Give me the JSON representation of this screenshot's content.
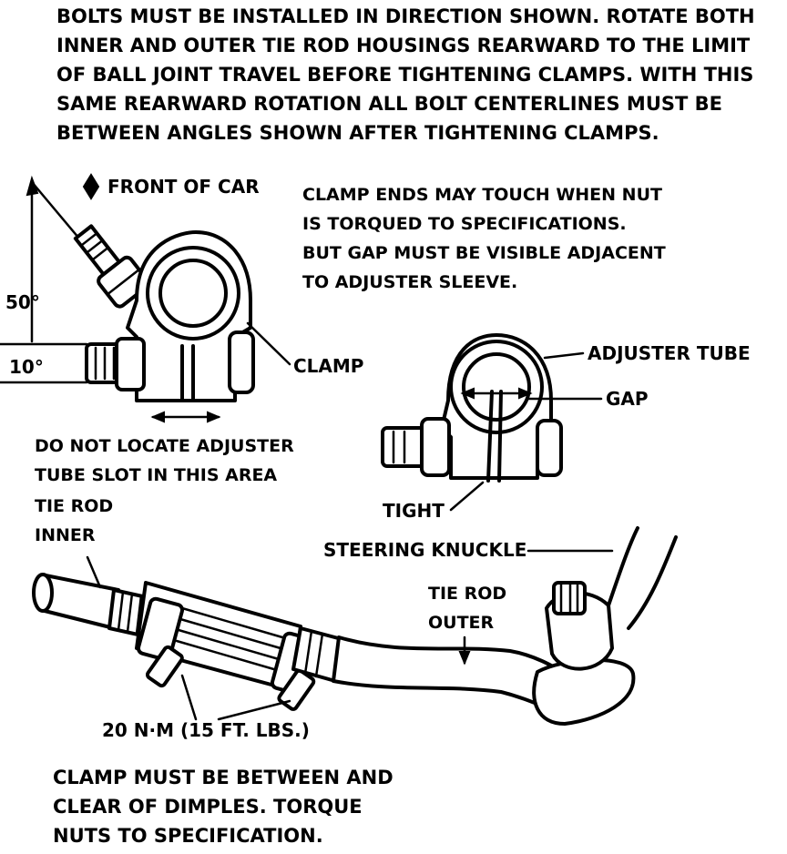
{
  "instructions_top": [
    "BOLTS MUST BE INSTALLED IN DIRECTION SHOWN. ROTATE BOTH",
    "INNER AND OUTER TIE ROD HOUSINGS REARWARD TO THE LIMIT",
    "OF BALL JOINT TRAVEL BEFORE TIGHTENING CLAMPS. WITH THIS",
    "SAME REARWARD ROTATION ALL BOLT CENTERLINES MUST BE",
    "BETWEEN ANGLES SHOWN AFTER TIGHTENING CLAMPS."
  ],
  "front_of_car": "FRONT OF CAR",
  "angle_upper": "50°",
  "angle_lower": "10°",
  "clamp_note": [
    "CLAMP ENDS MAY TOUCH WHEN NUT",
    "IS TORQUED TO SPECIFICATIONS.",
    "BUT GAP MUST BE VISIBLE ADJACENT",
    "TO ADJUSTER SLEEVE."
  ],
  "label_clamp": "CLAMP",
  "label_adjuster_tube": "ADJUSTER TUBE",
  "label_gap": "GAP",
  "do_not_locate": [
    "DO NOT LOCATE ADJUSTER",
    "TUBE SLOT IN THIS AREA"
  ],
  "label_tight": "TIGHT",
  "tie_rod_inner": [
    "TIE ROD",
    "INNER"
  ],
  "label_steering_knuckle": "STEERING KNUCKLE",
  "tie_rod_outer": [
    "TIE ROD",
    "OUTER"
  ],
  "torque_spec": "20 N·m (15 FT. LBS.)",
  "clamp_between": [
    "CLAMP MUST BE BETWEEN AND",
    "CLEAR OF DIMPLES. TORQUE",
    "NUTS TO SPECIFICATION."
  ]
}
